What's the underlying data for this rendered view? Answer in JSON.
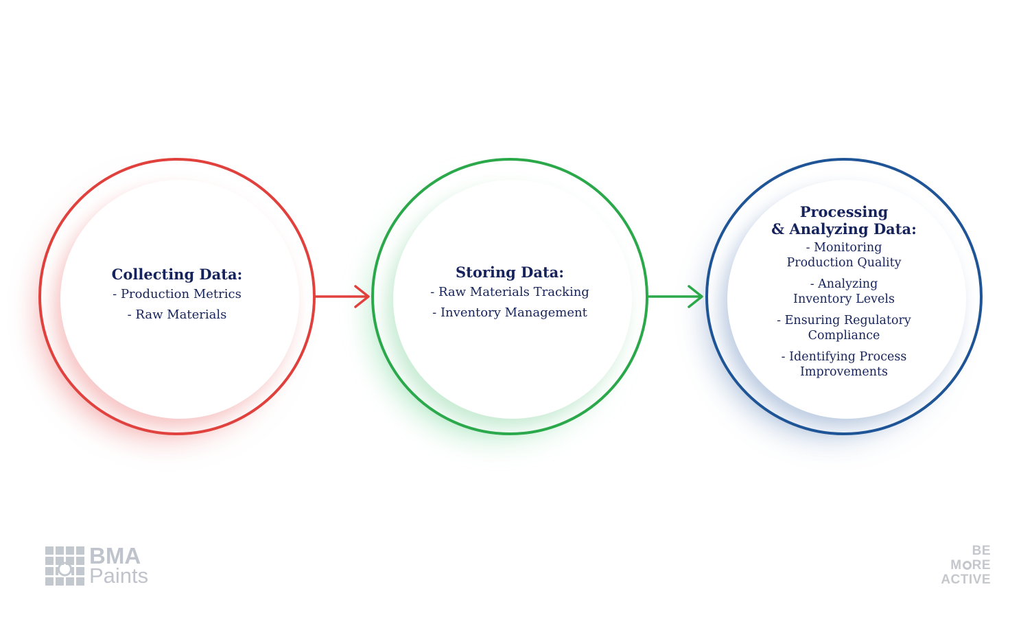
{
  "steps": [
    {
      "title": "Collecting Data:",
      "items": [
        "- Production Metrics",
        "- Raw Materials"
      ],
      "color": "#e0413d"
    },
    {
      "title": "Storing Data:",
      "items": [
        "- Raw Materials Tracking",
        "- Inventory Management"
      ],
      "color": "#2aa84a"
    },
    {
      "title": "Processing\n& Analyzing Data:",
      "items": [
        "- Monitoring\nProduction Quality",
        "- Analyzing\nInventory Levels",
        "- Ensuring Regulatory\nCompliance",
        "- Identifying Process\nImprovements"
      ],
      "color": "#1f5596"
    }
  ],
  "logo_left": {
    "line1": "BMA",
    "line2": "Paints",
    "icon": "grid-logo-icon"
  },
  "logo_right": {
    "line1": "BE",
    "line2_a": "M",
    "line2_b": "RE",
    "line3": "ACTIVE"
  },
  "colors": {
    "text": "#16235a",
    "logo_gray": "#bfc4cc"
  }
}
